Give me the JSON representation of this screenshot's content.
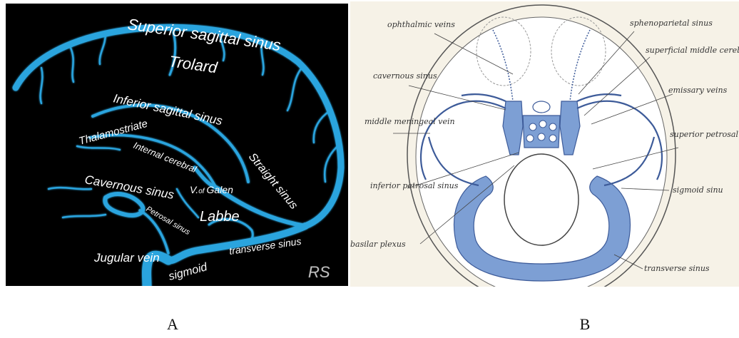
{
  "colors": {
    "vein": "#2aa4de",
    "vein_b": "#7d9fd4",
    "panel_a_bg": "#000000",
    "panel_b_bg": "#f6f2e7"
  },
  "panel_a": {
    "superior_sagittal_sinus": "Superior sagittal sinus",
    "trolard": "Trolard",
    "inferior_sagittal_sinus": "Inferior sagittal sinus",
    "thalamostriate": "Thalamostriate",
    "internal_cerebral": "Internal cerebral",
    "straight_sinus": "Straight sinus",
    "cavernous_sinus": "Cavernous sinus",
    "v_of_galen_prefix": "V.",
    "v_of_galen_of": "of",
    "v_of_galen_name": "Galen",
    "labbe": "Labbe",
    "petrosal_sinus": "Petrosal sinus",
    "jugular_vein": "Jugular vein",
    "sigmoid": "sigmoid",
    "transverse_sinus": "transverse sinus",
    "signature": "RS"
  },
  "panel_b": {
    "ophthalmic_veins": "ophthalmic veins",
    "sphenoparietal_sinus": "sphenoparietal sinus",
    "superficial_middle_cerebral_vein": "superficial middle cerebral vein",
    "cavernous_sinus": "cavernous sinus",
    "emissary_veins": "emissary veins",
    "middle_meningeal_vein": "middle meningeal vein",
    "superior_petrosal_sinus": "superior petrosal sinus",
    "inferior_petrosal_sinus": "inferior petrosal sinus",
    "sigmoid_sinus": "sigmoid sinu",
    "basilar_plexus": "basilar plexus",
    "transverse_sinus": "transverse sinus"
  },
  "captions": {
    "a": "A",
    "b": "B"
  }
}
